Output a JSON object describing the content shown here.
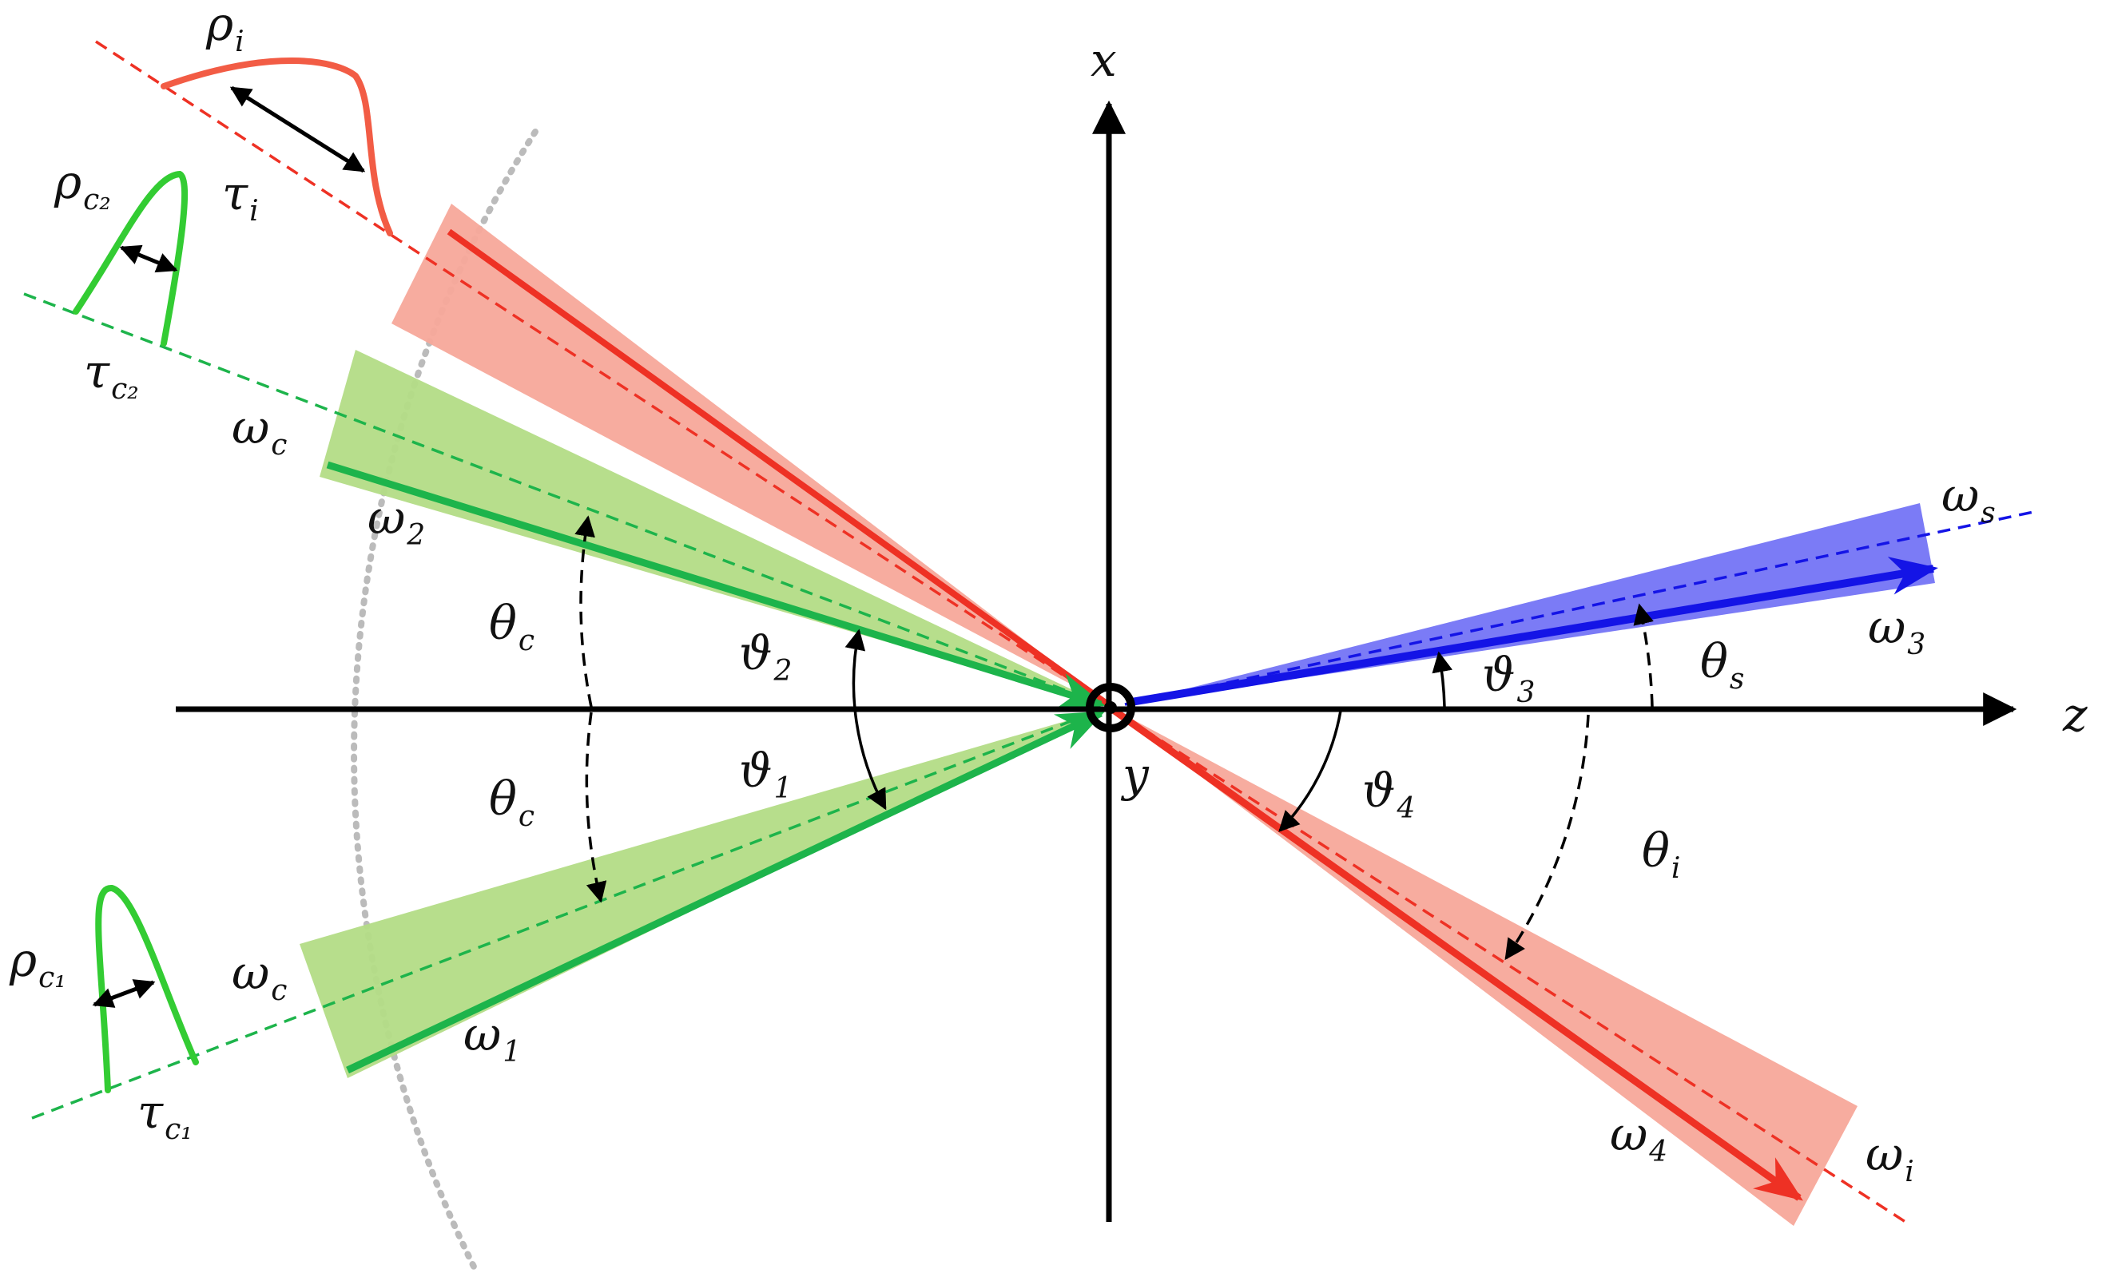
{
  "colors": {
    "axis": "#000000",
    "pump_fill": "#f7a89a",
    "pump_line": "#ee3124",
    "coupling_fill": "#b3dc86",
    "coupling_line": "#1db44b",
    "signal_fill": "#7474f6",
    "signal_line": "#1414e6",
    "pulse_pump": "#f25c45",
    "pulse_coupling": "#33cc33",
    "aperture": "#bbbbbb"
  },
  "labels": {
    "axis_x": "x",
    "axis_z": "z",
    "axis_y": "y",
    "rho_i": {
      "base": "ρ",
      "sub": "i"
    },
    "tau_i": {
      "base": "τ",
      "sub": "i"
    },
    "rho_c2": {
      "base": "ρ",
      "sub": "c₂"
    },
    "tau_c2": {
      "base": "τ",
      "sub": "c₂"
    },
    "rho_c1": {
      "base": "ρ",
      "sub": "c₁"
    },
    "tau_c1": {
      "base": "τ",
      "sub": "c₁"
    },
    "omega_c_top": {
      "base": "ω",
      "sub": "c"
    },
    "omega_c_bottom": {
      "base": "ω",
      "sub": "c"
    },
    "omega_1": {
      "base": "ω",
      "sub": "1"
    },
    "omega_2": {
      "base": "ω",
      "sub": "2"
    },
    "omega_3": {
      "base": "ω",
      "sub": "3"
    },
    "omega_4": {
      "base": "ω",
      "sub": "4"
    },
    "omega_s": {
      "base": "ω",
      "sub": "s"
    },
    "omega_i": {
      "base": "ω",
      "sub": "i"
    },
    "theta_c_top": {
      "base": "θ",
      "sub": "c"
    },
    "theta_c_bottom": {
      "base": "θ",
      "sub": "c"
    },
    "theta_s": {
      "base": "θ",
      "sub": "s"
    },
    "theta_i": {
      "base": "θ",
      "sub": "i"
    },
    "vartheta_1": {
      "base": "ϑ",
      "sub": "1"
    },
    "vartheta_2": {
      "base": "ϑ",
      "sub": "2"
    },
    "vartheta_3": {
      "base": "ϑ",
      "sub": "3"
    },
    "vartheta_4": {
      "base": "ϑ",
      "sub": "4"
    }
  }
}
